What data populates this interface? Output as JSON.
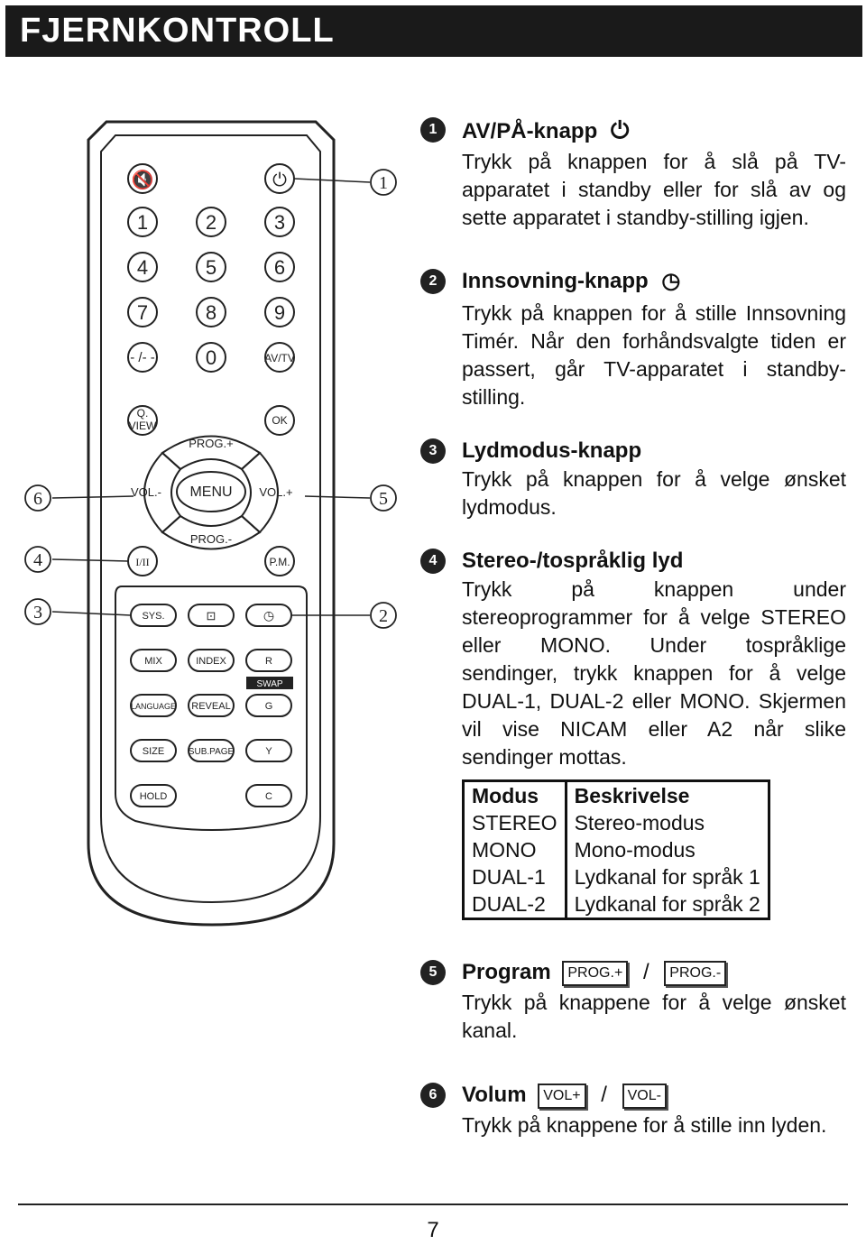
{
  "header": {
    "title": "FJERNKONTROLL"
  },
  "remote": {
    "keys": {
      "mute": "",
      "power": "",
      "n1": "1",
      "n2": "2",
      "n3": "3",
      "n4": "4",
      "n5": "5",
      "n6": "6",
      "n7": "7",
      "n8": "8",
      "n9": "9",
      "dash": "- /- -",
      "n0": "0",
      "avtv": "AV/TV",
      "qview1": "Q.",
      "qview2": "VIEW",
      "ok": "OK",
      "progplus": "PROG.+",
      "menu": "MENU",
      "progminus": "PROG.-",
      "volminus": "VOL.-",
      "volplus": "VOL.+",
      "i_ii": "I/II",
      "pm": "P.M.",
      "sys": "SYS.",
      "mix": "MIX",
      "index": "INDEX",
      "r": "R",
      "swap": "SWAP",
      "language": "LANGUAGE",
      "reveal": "REVEAL",
      "g": "G",
      "size": "SIZE",
      "subpage": "SUB.PAGE",
      "y": "Y",
      "hold": "HOLD",
      "c": "C"
    },
    "callouts": {
      "c1": "1",
      "c2": "2",
      "c3": "3",
      "c4": "4",
      "c5": "5",
      "c6": "6"
    }
  },
  "sections": [
    {
      "num": "1",
      "title": "AV/PÅ-knapp",
      "body": "Trykk på knappen for å slå på TV-apparatet i standby eller for slå av og sette apparatet i standby-stilling igjen."
    },
    {
      "num": "2",
      "title": "Innsovning-knapp",
      "body": "Trykk på knappen for å stille Innsovning Timér. Når den forhåndsvalgte tiden er passert, går TV-apparatet i standby-stilling."
    },
    {
      "num": "3",
      "title": "Lydmodus-knapp",
      "body": "Trykk på knappen for å velge ønsket lydmodus."
    },
    {
      "num": "4",
      "title": "Stereo-/tospråklig lyd",
      "body": "Trykk på knappen under stereoprogrammer for å velge STEREO eller MONO. Under tospråklige sendinger, trykk knappen for å velge DUAL-1, DUAL-2 eller MONO. Skjermen vil vise NICAM eller A2 når slike sendinger mottas."
    },
    {
      "num": "5",
      "title": "Program",
      "key_a": "PROG.+",
      "sep": "/",
      "key_b": "PROG.-",
      "body": "Trykk på knappene for å velge ønsket kanal."
    },
    {
      "num": "6",
      "title": "Volum",
      "key_a": "VOL+",
      "sep": "/",
      "key_b": "VOL-",
      "body": "Trykk på knappene for å stille inn lyden."
    }
  ],
  "mode_table": {
    "headers": [
      "Modus",
      "Beskrivelse"
    ],
    "rows": [
      [
        "STEREO",
        "Stereo-modus"
      ],
      [
        "MONO",
        "Mono-modus"
      ],
      [
        "DUAL-1",
        "Lydkanal for språk 1"
      ],
      [
        "DUAL-2",
        "Lydkanal for språk 2"
      ]
    ]
  },
  "footer": {
    "page_number": "7"
  }
}
